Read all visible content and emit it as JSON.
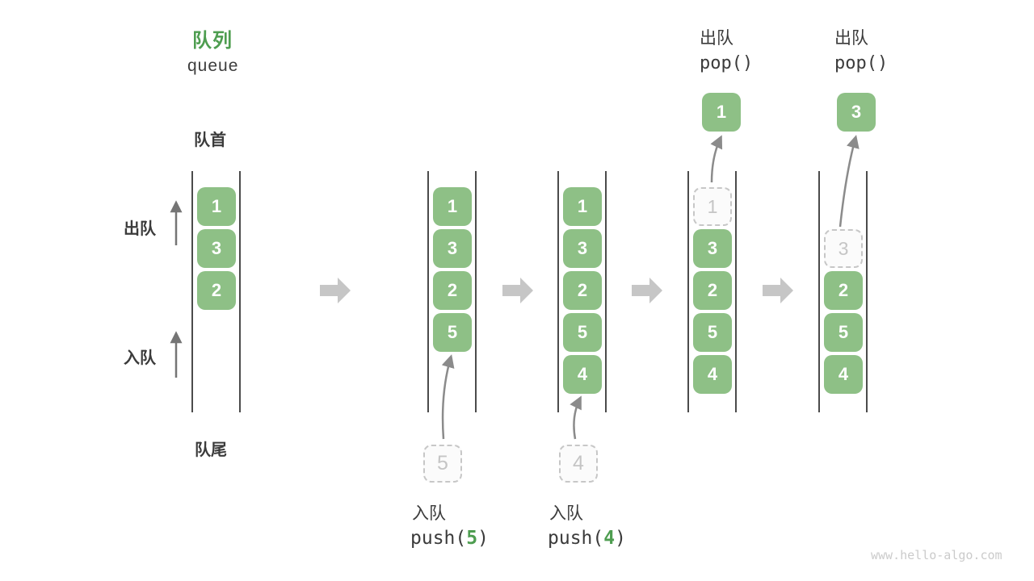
{
  "title": {
    "zh": "队列",
    "en": "queue"
  },
  "labels": {
    "front": "队首",
    "rear": "队尾",
    "dequeue": "出队",
    "enqueue": "入队"
  },
  "operations": {
    "pop_1": {
      "label": "出队",
      "fn": "pop()"
    },
    "pop_2": {
      "label": "出队",
      "fn": "pop()"
    },
    "push_5": {
      "label": "入队",
      "fn": "push(",
      "arg": "5",
      "close": ")"
    },
    "push_4": {
      "label": "入队",
      "fn": "push(",
      "arg": "4",
      "close": ")"
    }
  },
  "states": [
    {
      "items": [
        "1",
        "3",
        "2"
      ]
    },
    {
      "items": [
        "1",
        "3",
        "2",
        "5"
      ],
      "incoming": "5"
    },
    {
      "items": [
        "1",
        "3",
        "2",
        "5",
        "4"
      ],
      "incoming": "4"
    },
    {
      "ghost": "1",
      "items": [
        "3",
        "2",
        "5",
        "4"
      ],
      "popped": "1"
    },
    {
      "ghost": "3",
      "items": [
        "2",
        "5",
        "4"
      ],
      "popped": "3"
    }
  ],
  "watermark": "www.hello-algo.com",
  "colors": {
    "item_green": "#8ec086",
    "title_green": "#4e9d50",
    "text_dark": "#3b3b3b",
    "line_dark": "#4b4b4b",
    "block_arrow_gray": "#c6c6c6",
    "curve_arrow_gray": "#8b8b8b",
    "ghost_gray": "#c5c5c5"
  }
}
